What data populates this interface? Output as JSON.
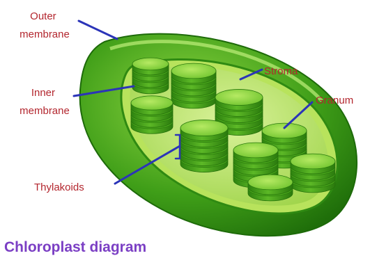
{
  "diagram": {
    "labels": {
      "outer_membrane": [
        "Outer",
        "membrane"
      ],
      "inner_membrane": [
        "Inner",
        "membrane"
      ],
      "stroma": "Stroma",
      "granum": "Granum",
      "thylakoids": "Thylakoids"
    },
    "caption": "Chloroplast diagram",
    "colors": {
      "label_text": "#b3262e",
      "pointer_line": "#2b34b8",
      "caption_text": "#7b3fc4",
      "membrane_dark": "#2f8a12",
      "membrane_light": "#a6e04a",
      "stroma_fill": "#cdeb7a",
      "disc_top": "#8fd43a",
      "disc_side": "#3c9a16"
    }
  }
}
